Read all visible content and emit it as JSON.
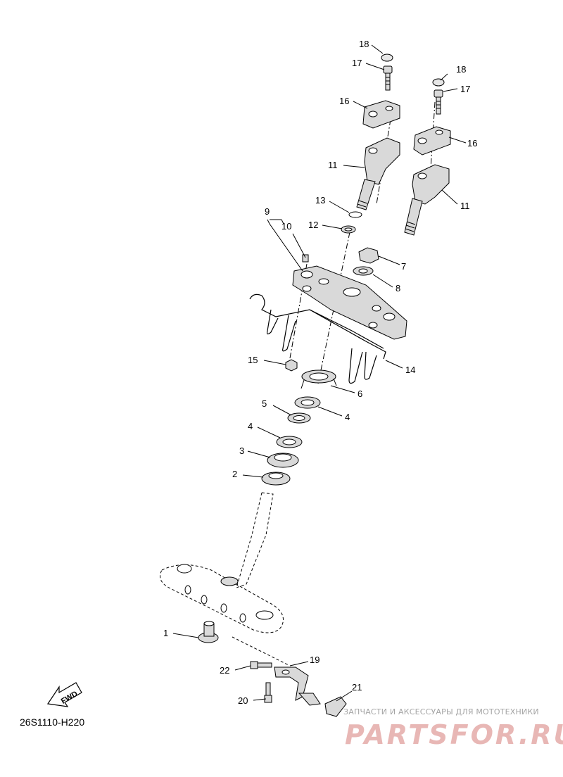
{
  "diagram_code": "26S1110-H220",
  "fwd_label": "FWD",
  "watermark": {
    "tagline": "ЗАПЧАСТИ И АКСЕССУАРЫ ДЛЯ МОТОТЕХНИКИ",
    "brand": "PARTSFOR.RU"
  },
  "part_numbers": {
    "n1": "1",
    "n2": "2",
    "n3": "3",
    "n4a": "4",
    "n4b": "4",
    "n5": "5",
    "n6": "6",
    "n7": "7",
    "n8": "8",
    "n9": "9",
    "n10": "10",
    "n11a": "11",
    "n11b": "11",
    "n12": "12",
    "n13": "13",
    "n14": "14",
    "n15": "15",
    "n16a": "16",
    "n16b": "16",
    "n17a": "17",
    "n17b": "17",
    "n18a": "18",
    "n18b": "18",
    "n19": "19",
    "n20": "20",
    "n21": "21",
    "n22": "22"
  },
  "colors": {
    "line": "#000000",
    "part_fill": "#d9d9d9",
    "watermark_red": "#e8b7b5",
    "watermark_gray": "#a4a4a4"
  }
}
